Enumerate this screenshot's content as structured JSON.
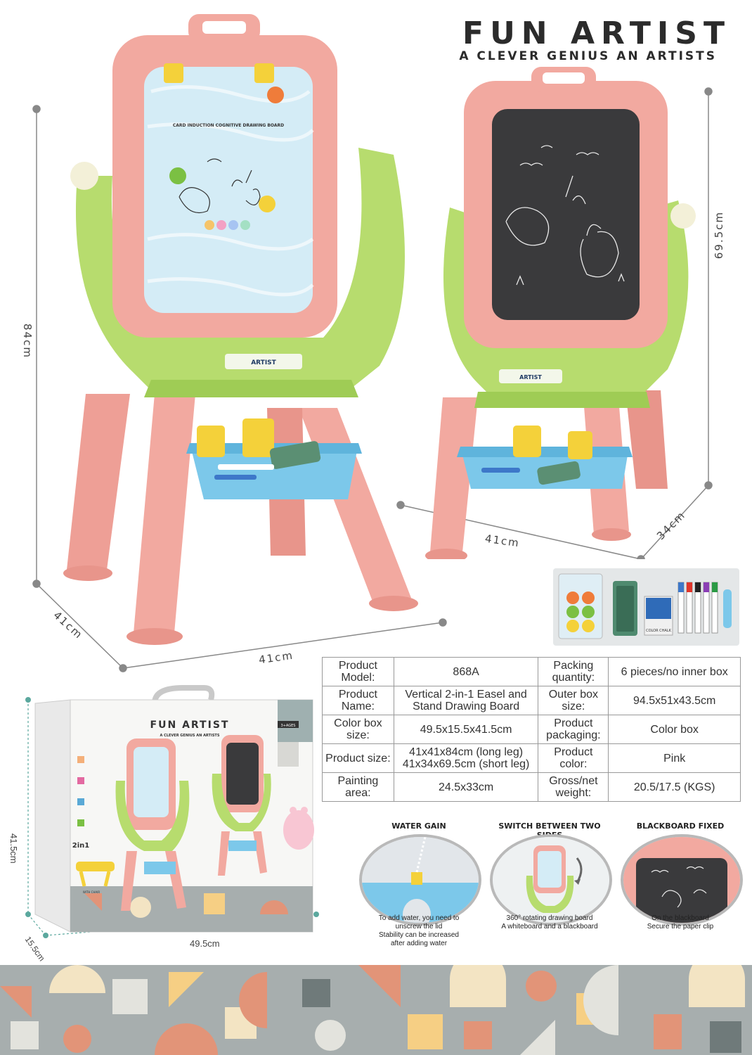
{
  "header": {
    "title": "FUN ARTIST",
    "subtitle": "A CLEVER GENIUS AN ARTISTS"
  },
  "product_left": {
    "board_text": "CARD INDUCTION COGNITIVE DRAWING BOARD",
    "badge": "ARTIST"
  },
  "product_right": {
    "badge": "ARTIST"
  },
  "dimensions": {
    "left_height": "84cm",
    "left_depth": "41cm",
    "left_width": "41cm",
    "right_height": "69.5cm",
    "right_width": "41cm",
    "right_depth": "34cm",
    "box_width": "49.5cm",
    "box_height": "41.5cm",
    "box_depth": "15.5cm"
  },
  "accessories": {
    "chalk_label": "COLOR CHALK"
  },
  "package": {
    "title": "FUN ARTIST",
    "subtitle": "A CLEVER GENIUS AN ARTISTS",
    "age": "3+AGES",
    "two_in_one": "2in1",
    "with_chair": "WITH CHAIR"
  },
  "specs": [
    [
      "Product Model:",
      "868A",
      "Packing quantity:",
      "6 pieces/no inner box"
    ],
    [
      "Product Name:",
      "Vertical 2-in-1 Easel and Stand Drawing Board",
      "Outer box size:",
      "94.5x51x43.5cm"
    ],
    [
      "Color box size:",
      "49.5x15.5x41.5cm",
      "Product packaging:",
      "Color box"
    ],
    [
      "Product size:",
      "41x41x84cm (long leg) 41x34x69.5cm (short leg)",
      "Product color:",
      "Pink"
    ],
    [
      "Painting area:",
      "24.5x33cm",
      "Gross/net weight:",
      "20.5/17.5 (KGS)"
    ]
  ],
  "features": [
    {
      "title": "WATER GAIN",
      "caption": [
        "To add water, you need to",
        "unscrew the lid",
        "Stability can be increased",
        "after adding water"
      ]
    },
    {
      "title": "SWITCH BETWEEN TWO SIDES",
      "caption": [
        "360° rotating drawing board",
        "A whiteboard and a blackboard"
      ]
    },
    {
      "title": "BLACKBOARD FIXED",
      "caption": [
        "On the blackboard",
        "Secure the paper clip"
      ]
    }
  ],
  "colors": {
    "pink": "#f2a9a0",
    "green": "#b7dc6e",
    "blue": "#7cc8ea",
    "yellow": "#f4d13a",
    "board_dark": "#3a3a3c",
    "pattern_bg": "#a7aeae",
    "pattern_salmon": "#e29478",
    "pattern_cream": "#f3e4c3",
    "pattern_gold": "#f6cf84",
    "pattern_light": "#e3e3dd"
  }
}
